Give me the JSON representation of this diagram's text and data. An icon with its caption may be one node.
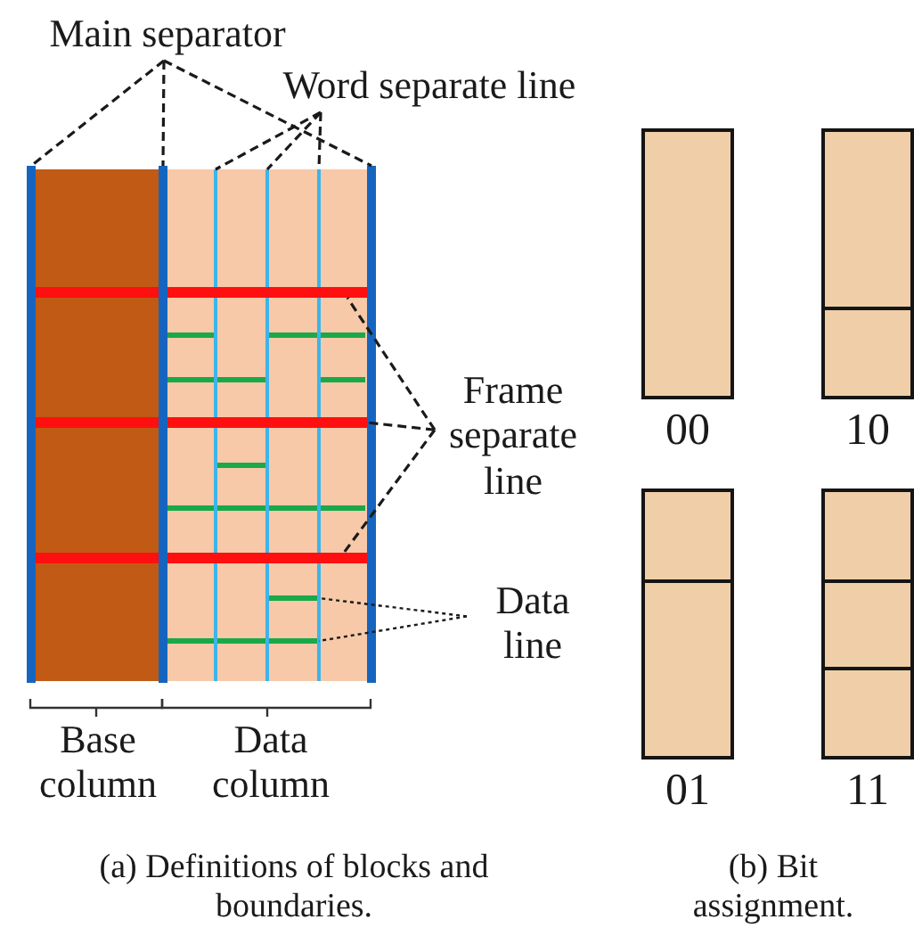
{
  "diagram": {
    "nodes": [
      {
        "text": [
          "Main separator"
        ]
      },
      {
        "text": [],
        "shape": "bar"
      },
      {
        "text": [],
        "shape": "bar"
      },
      {
        "text": [],
        "shape": "bar"
      },
      {
        "text": [
          "Word separate line"
        ]
      },
      {
        "text": [],
        "shape": "bar"
      },
      {
        "text": [],
        "shape": "bar"
      },
      {
        "text": [],
        "shape": "bar"
      },
      {
        "text": [
          "Frame separate line"
        ]
      },
      {
        "text": [],
        "shape": "bar"
      },
      {
        "text": [],
        "shape": "bar"
      },
      {
        "text": [],
        "shape": "bar"
      },
      {
        "text": [
          "Data line"
        ]
      },
      {
        "text": [],
        "shape": "bar"
      },
      {
        "text": [],
        "shape": "bar"
      },
      {
        "text": [
          "00"
        ]
      },
      {
        "text": [
          "10"
        ]
      },
      {
        "text": [
          "01"
        ]
      },
      {
        "text": [
          "11"
        ]
      }
    ],
    "edges": [
      {
        "from": 0,
        "to": 1,
        "arrow": "none",
        "style": "dashed"
      },
      {
        "from": 0,
        "to": 2,
        "arrow": "none",
        "style": "dashed"
      },
      {
        "from": 0,
        "to": 3,
        "arrow": "none",
        "style": "dashed"
      },
      {
        "from": 4,
        "to": 5,
        "arrow": "none",
        "style": "dashed"
      },
      {
        "from": 4,
        "to": 6,
        "arrow": "none",
        "style": "dashed"
      },
      {
        "from": 4,
        "to": 7,
        "arrow": "none",
        "style": "dashed"
      },
      {
        "from": 8,
        "to": 9,
        "arrow": "none",
        "style": "dashed"
      },
      {
        "from": 8,
        "to": 10,
        "arrow": "none",
        "style": "dashed"
      },
      {
        "from": 8,
        "to": 11,
        "arrow": "none",
        "style": "dashed"
      },
      {
        "from": 12,
        "to": 13,
        "arrow": "none",
        "style": "dashed"
      },
      {
        "from": 12,
        "to": 14,
        "arrow": "none",
        "style": "dashed"
      }
    ],
    "labels": [
      "Base column",
      "Data column",
      "(a) Definitions of blocks and boundaries.",
      "(b) Bit assignment."
    ]
  }
}
